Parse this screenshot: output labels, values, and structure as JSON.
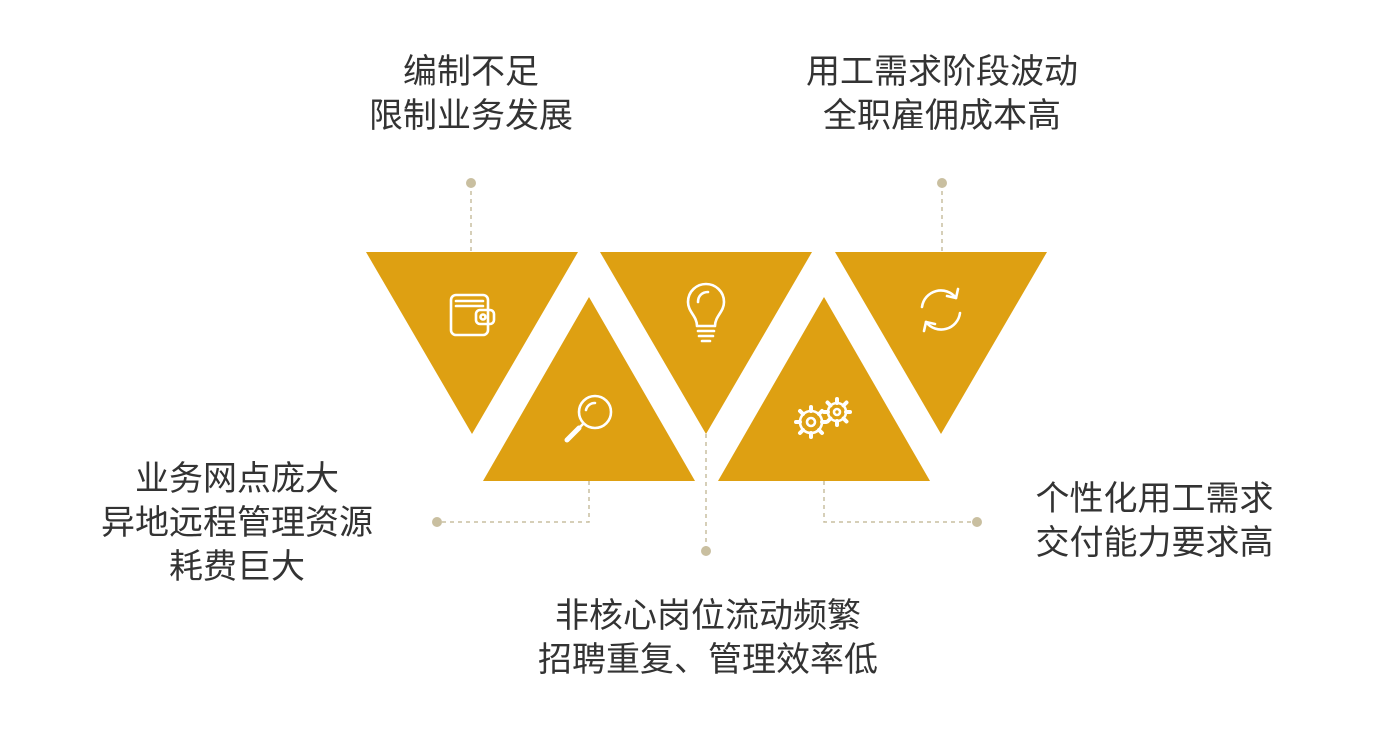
{
  "colors": {
    "triangle": "#DEA012",
    "connector": "#C9BFA0",
    "text": "#333333",
    "icon": "#ffffff"
  },
  "items": [
    {
      "id": "staffing-limit",
      "icon": "wallet-icon",
      "lines": [
        "编制不足",
        "限制业务发展"
      ]
    },
    {
      "id": "demand-fluctuation",
      "icon": "refresh-icon",
      "lines": [
        "用工需求阶段波动",
        "全职雇佣成本高"
      ]
    },
    {
      "id": "remote-management",
      "icon": "magnifier-icon",
      "lines": [
        "业务网点庞大",
        "异地远程管理资源",
        "耗费巨大"
      ]
    },
    {
      "id": "turnover",
      "icon": "lightbulb-icon",
      "lines": [
        "非核心岗位流动频繁",
        "招聘重复、管理效率低"
      ]
    },
    {
      "id": "personalized-demand",
      "icon": "gears-icon",
      "lines": [
        "个性化用工需求",
        "交付能力要求高"
      ]
    }
  ]
}
